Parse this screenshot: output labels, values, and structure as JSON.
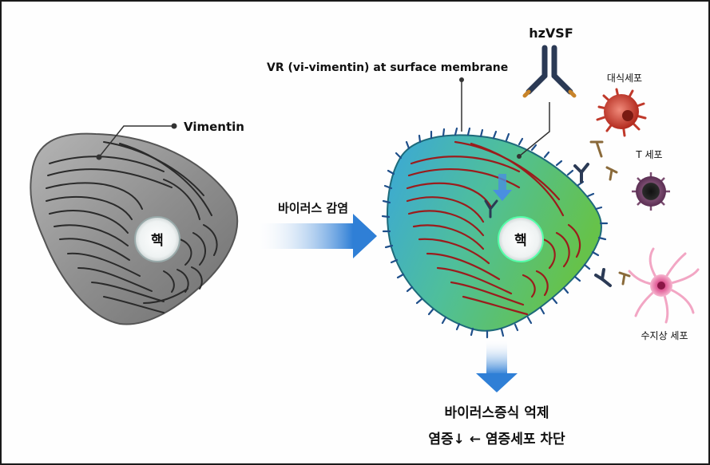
{
  "labels": {
    "vimentin": "Vimentin",
    "nucleus_left": "핵",
    "infection_arrow": "바이러스 감염",
    "vr_surface": "VR (vi-vimentin) at surface membrane",
    "antibody": "hzVSF",
    "nucleus_right": "핵",
    "macrophage": "대식세포",
    "t_cell": "T 세포",
    "dendritic_cell": "수지상 세포",
    "outcome_line1": "바이러스증식 억제",
    "outcome_line2": "염증↓ ← 염증세포 차단"
  },
  "colors": {
    "cell_gray": "#8a8a8a",
    "cell_infected_start": "#3fa9d6",
    "cell_infected_end": "#6cc24a",
    "vimentin_fiber_infected": "#9b1c1c",
    "arrow_blue": "#2f7fd6",
    "antibody_dark": "#2b3a55",
    "macrophage": "#c0392b",
    "t_cell": "#6b2d5c",
    "dendritic": "#e0609a"
  }
}
